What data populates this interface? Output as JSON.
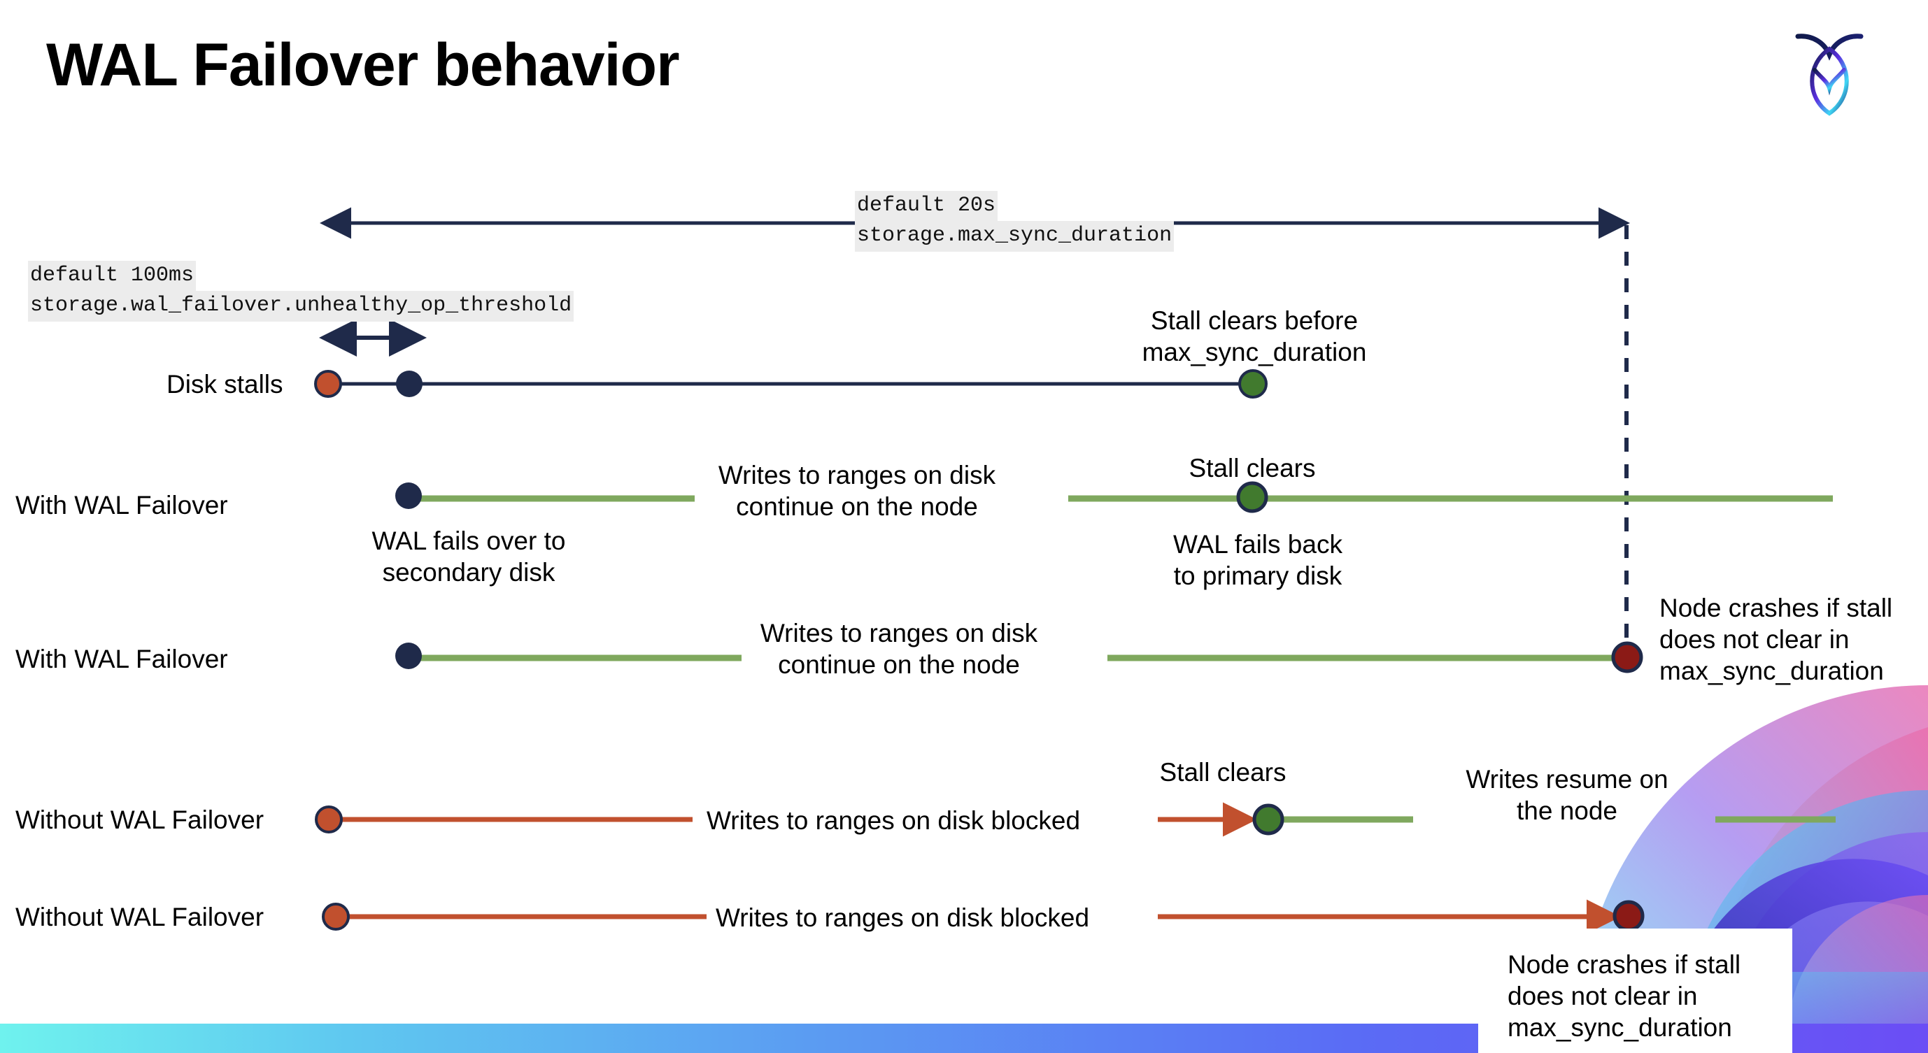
{
  "slide": {
    "title": "WAL Failover behavior",
    "logo_icon": "cockroach-labs-logo-icon"
  },
  "colors": {
    "navy": "#1F2A4A",
    "orange": "#C1502E",
    "green_line": "#7FA85E",
    "green_dot": "#417A2E",
    "dark_red": "#8B1A16",
    "code_bg": "#ececec",
    "strip_from": "#6ff2ee",
    "strip_to": "#6b4df5"
  },
  "callouts": {
    "max_sync": {
      "line1": "default 20s",
      "line2": "storage.max_sync_duration"
    },
    "unhealthy_op": {
      "line1": "default 100ms",
      "line2": "storage.wal_failover.unhealthy_op_threshold"
    }
  },
  "rows": [
    {
      "id": "disk-stalls",
      "label": "Disk stalls",
      "annotations": [
        {
          "id": "stall-clears-before",
          "line1": "Stall clears before",
          "line2": "max_sync_duration"
        }
      ]
    },
    {
      "id": "with-wal-failover-1",
      "label": "With WAL Failover",
      "annotations": [
        {
          "id": "wal-fails-over",
          "line1": "WAL fails over to",
          "line2": "secondary disk"
        },
        {
          "id": "writes-continue-1",
          "line1": "Writes to ranges on disk",
          "line2": "continue on the node"
        },
        {
          "id": "stall-clears-1",
          "line1": "Stall clears",
          "line2": ""
        },
        {
          "id": "wal-fails-back",
          "line1": "WAL fails  back",
          "line2": "to primary disk"
        }
      ]
    },
    {
      "id": "with-wal-failover-2",
      "label": "With WAL Failover",
      "annotations": [
        {
          "id": "writes-continue-2",
          "line1": "Writes to ranges on disk",
          "line2": "continue on the node"
        },
        {
          "id": "node-crashes-1",
          "line1": "Node crashes if stall",
          "line2": "does not clear in",
          "line3": "max_sync_duration"
        }
      ]
    },
    {
      "id": "without-wal-failover-1",
      "label": "Without WAL Failover",
      "annotations": [
        {
          "id": "writes-blocked-1",
          "line1": "Writes to ranges on disk  blocked",
          "line2": ""
        },
        {
          "id": "stall-clears-2",
          "line1": "Stall clears",
          "line2": ""
        },
        {
          "id": "writes-resume",
          "line1": "Writes resume on",
          "line2": "the node"
        }
      ]
    },
    {
      "id": "without-wal-failover-2",
      "label": "Without WAL Failover",
      "annotations": [
        {
          "id": "writes-blocked-2",
          "line1": "Writes to ranges on disk  blocked",
          "line2": ""
        },
        {
          "id": "node-crashes-2",
          "line1": "Node crashes if stall",
          "line2": "does not clear in",
          "line3": "max_sync_duration"
        }
      ]
    }
  ]
}
